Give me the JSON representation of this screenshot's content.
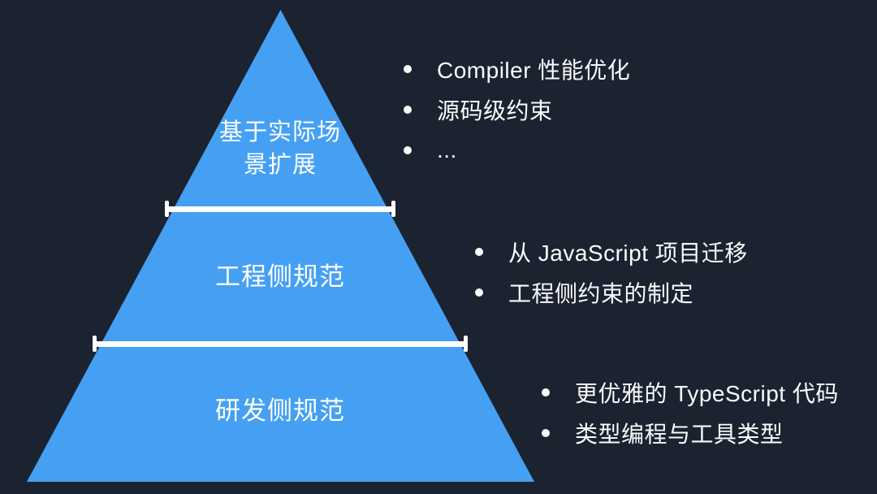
{
  "canvas": {
    "background_color": "#1b2230",
    "pyramid_color": "#45a0f3",
    "text_color": "#ffffff"
  },
  "pyramid": {
    "tiers": [
      {
        "id": "top",
        "label_line1": "基于实际场",
        "label_line2": "景扩展"
      },
      {
        "id": "middle",
        "label": "工程侧规范"
      },
      {
        "id": "bottom",
        "label": "研发侧规范"
      }
    ]
  },
  "lists": [
    {
      "tier": "top",
      "items": [
        "Compiler 性能优化",
        "源码级约束",
        "..."
      ]
    },
    {
      "tier": "middle",
      "items": [
        "从 JavaScript 项目迁移",
        "工程侧约束的制定"
      ]
    },
    {
      "tier": "bottom",
      "items": [
        "更优雅的 TypeScript 代码",
        "类型编程与工具类型"
      ]
    }
  ]
}
